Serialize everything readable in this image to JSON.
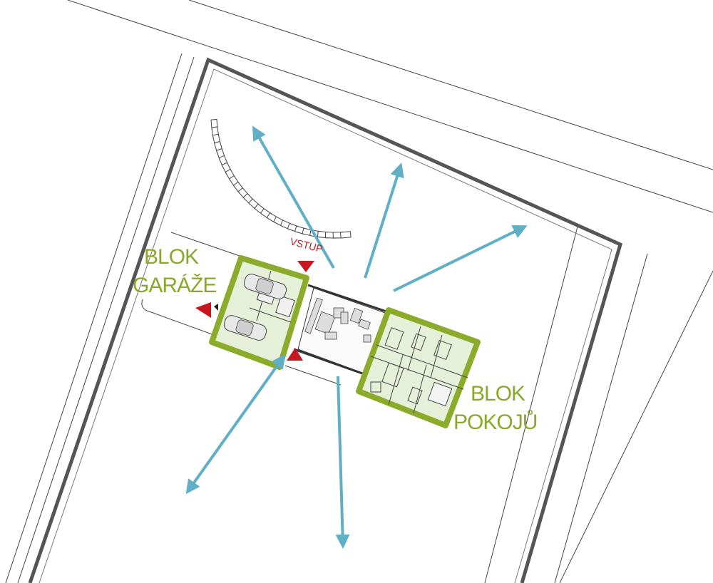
{
  "labels": {
    "block_garage_line1": "BLOK",
    "block_garage_line2": "GARÁŽE",
    "block_rooms_line1": "BLOK",
    "block_rooms_line2": "POKOJŮ",
    "entrance": "VSTUP"
  },
  "colors": {
    "block_outline": "#8bab2b",
    "block_fill": "#e6efd8",
    "view_arrow": "#5fb0c6",
    "entrance_marker": "#c8151e",
    "label_green": "#8aa82a",
    "label_red": "#c8151e",
    "plot_boundary": "#555555",
    "thin_line": "#444444"
  },
  "icons": {
    "view_arrows": "view-direction-arrow",
    "entrance_markers": "entrance-triangle",
    "cars": "car-icon"
  }
}
